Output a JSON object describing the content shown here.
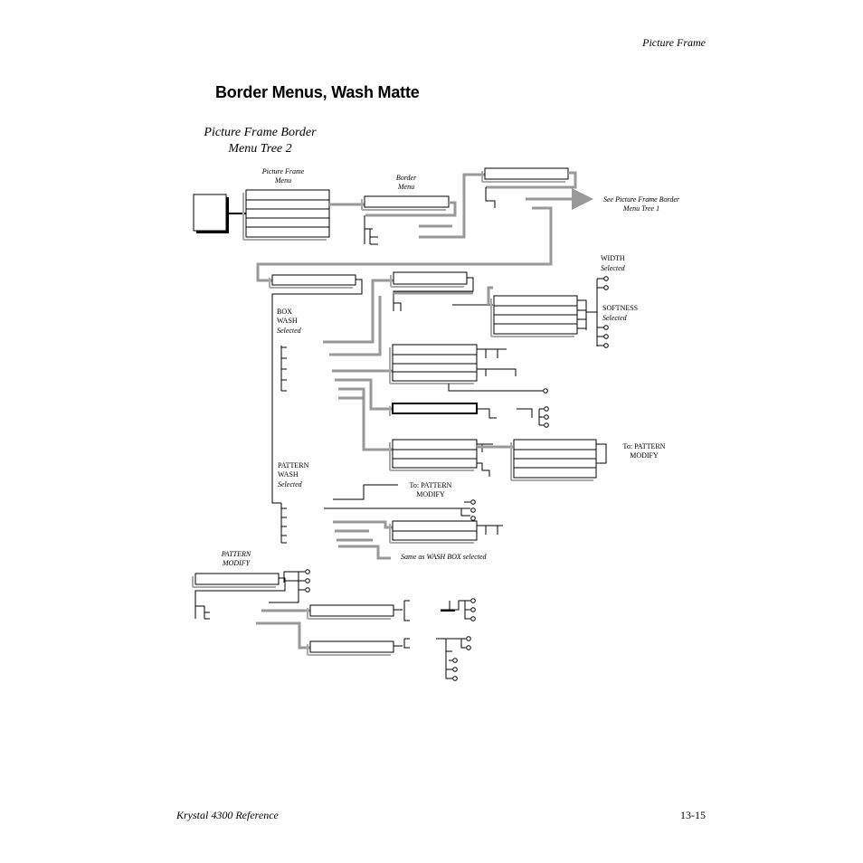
{
  "header": {
    "section": "Picture Frame"
  },
  "page": {
    "title": "Border Menus, Wash Matte",
    "subtitle_line1": "Picture Frame Border",
    "subtitle_line2": "Menu Tree 2"
  },
  "diagram": {
    "picture_frame_menu": "Picture Frame\nMenu",
    "border_menu": "Border\nMenu",
    "see_tree1": "See Picture Frame Border\nMenu Tree 1",
    "width_label": "WIDTH",
    "width_selected": "Selected",
    "softness_label": "SOFTNESS",
    "softness_selected": "Selected",
    "box_wash": "BOX\nWASH",
    "box_wash_selected": "Selected",
    "pattern_wash": "PATTERN\nWASH",
    "pattern_wash_selected": "Selected",
    "to_pattern_modify_1": "To: PATTERN\nMODIFY",
    "to_pattern_modify_2": "To: PATTERN\nMODIFY",
    "same_as": "Same as WASH BOX selected",
    "pattern_modify": "PATTERN\nMODIFY"
  },
  "footer": {
    "left": "Krystal 4300 Reference",
    "right": "13-15"
  }
}
